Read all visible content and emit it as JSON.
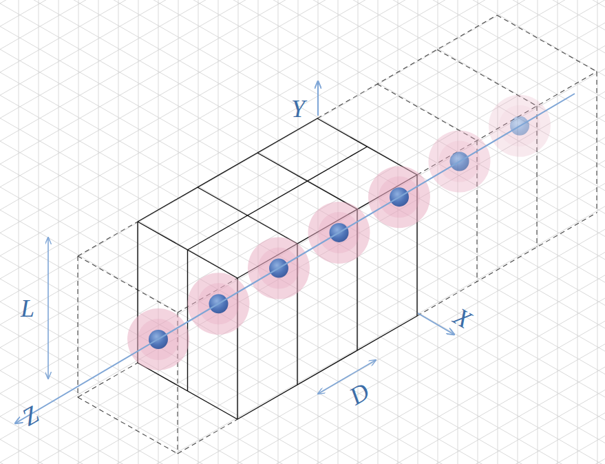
{
  "diagram": {
    "labels": [
      "Y",
      "X",
      "Z",
      "L",
      "D"
    ]
  }
}
